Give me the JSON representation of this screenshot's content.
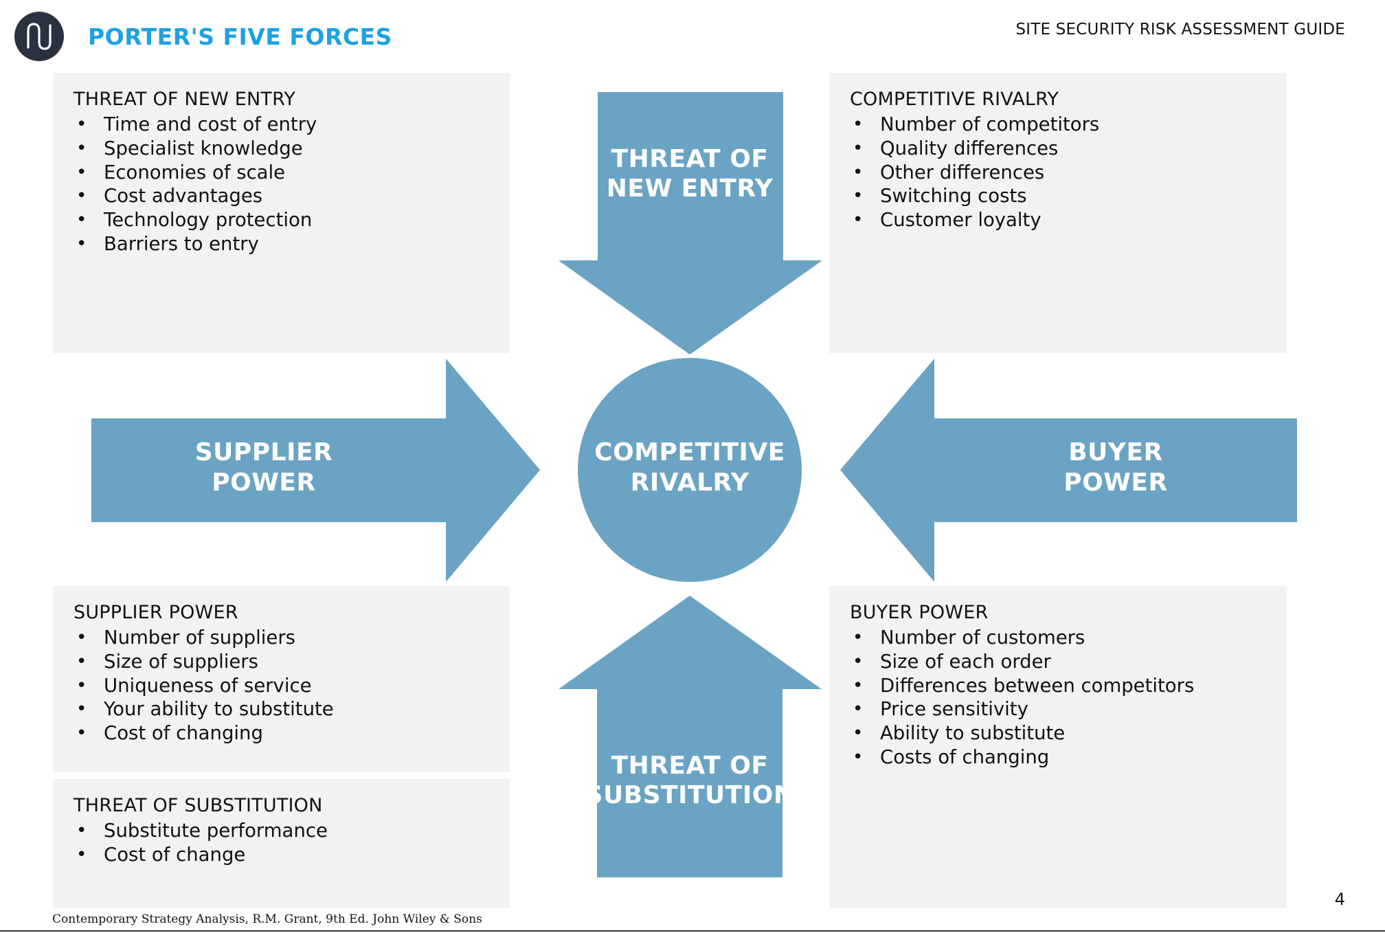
{
  "header": {
    "title": "PORTER'S FIVE FORCES",
    "subtitle": "SITE SECURITY RISK ASSESSMENT GUIDE",
    "logo_icon": "nu-logo-icon"
  },
  "panels": {
    "new_entry": {
      "title": "THREAT OF NEW ENTRY",
      "items": [
        "Time and cost of entry",
        "Specialist knowledge",
        "Economies of scale",
        "Cost advantages",
        "Technology protection",
        "Barriers to entry"
      ]
    },
    "rivalry": {
      "title": "COMPETITIVE RIVALRY",
      "items": [
        "Number of competitors",
        "Quality differences",
        "Other differences",
        "Switching costs",
        "Customer loyalty"
      ]
    },
    "supplier": {
      "title": "SUPPLIER POWER",
      "items": [
        "Number of suppliers",
        "Size of suppliers",
        "Uniqueness of service",
        "Your ability to substitute",
        "Cost of changing"
      ]
    },
    "substitution": {
      "title": "THREAT OF SUBSTITUTION",
      "items": [
        "Substitute performance",
        "Cost of change"
      ]
    },
    "buyer": {
      "title": "BUYER POWER",
      "items": [
        "Number of customers",
        "Size of each order",
        "Differences between competitors",
        "Price sensitivity",
        "Ability to substitute",
        "Costs of changing"
      ]
    }
  },
  "diagram": {
    "color": "#6aa3c3",
    "top_arrow": [
      "THREAT OF",
      "NEW ENTRY"
    ],
    "left_arrow": [
      "SUPPLIER",
      "POWER"
    ],
    "center": [
      "COMPETITIVE",
      "RIVALRY"
    ],
    "right_arrow": [
      "BUYER",
      "POWER"
    ],
    "bottom_arrow": [
      "THREAT OF",
      "SUBSTITUTION"
    ]
  },
  "footer": {
    "citation": "Contemporary Strategy Analysis, R.M. Grant, 9th Ed. John Wiley & Sons",
    "page_number": "4"
  }
}
